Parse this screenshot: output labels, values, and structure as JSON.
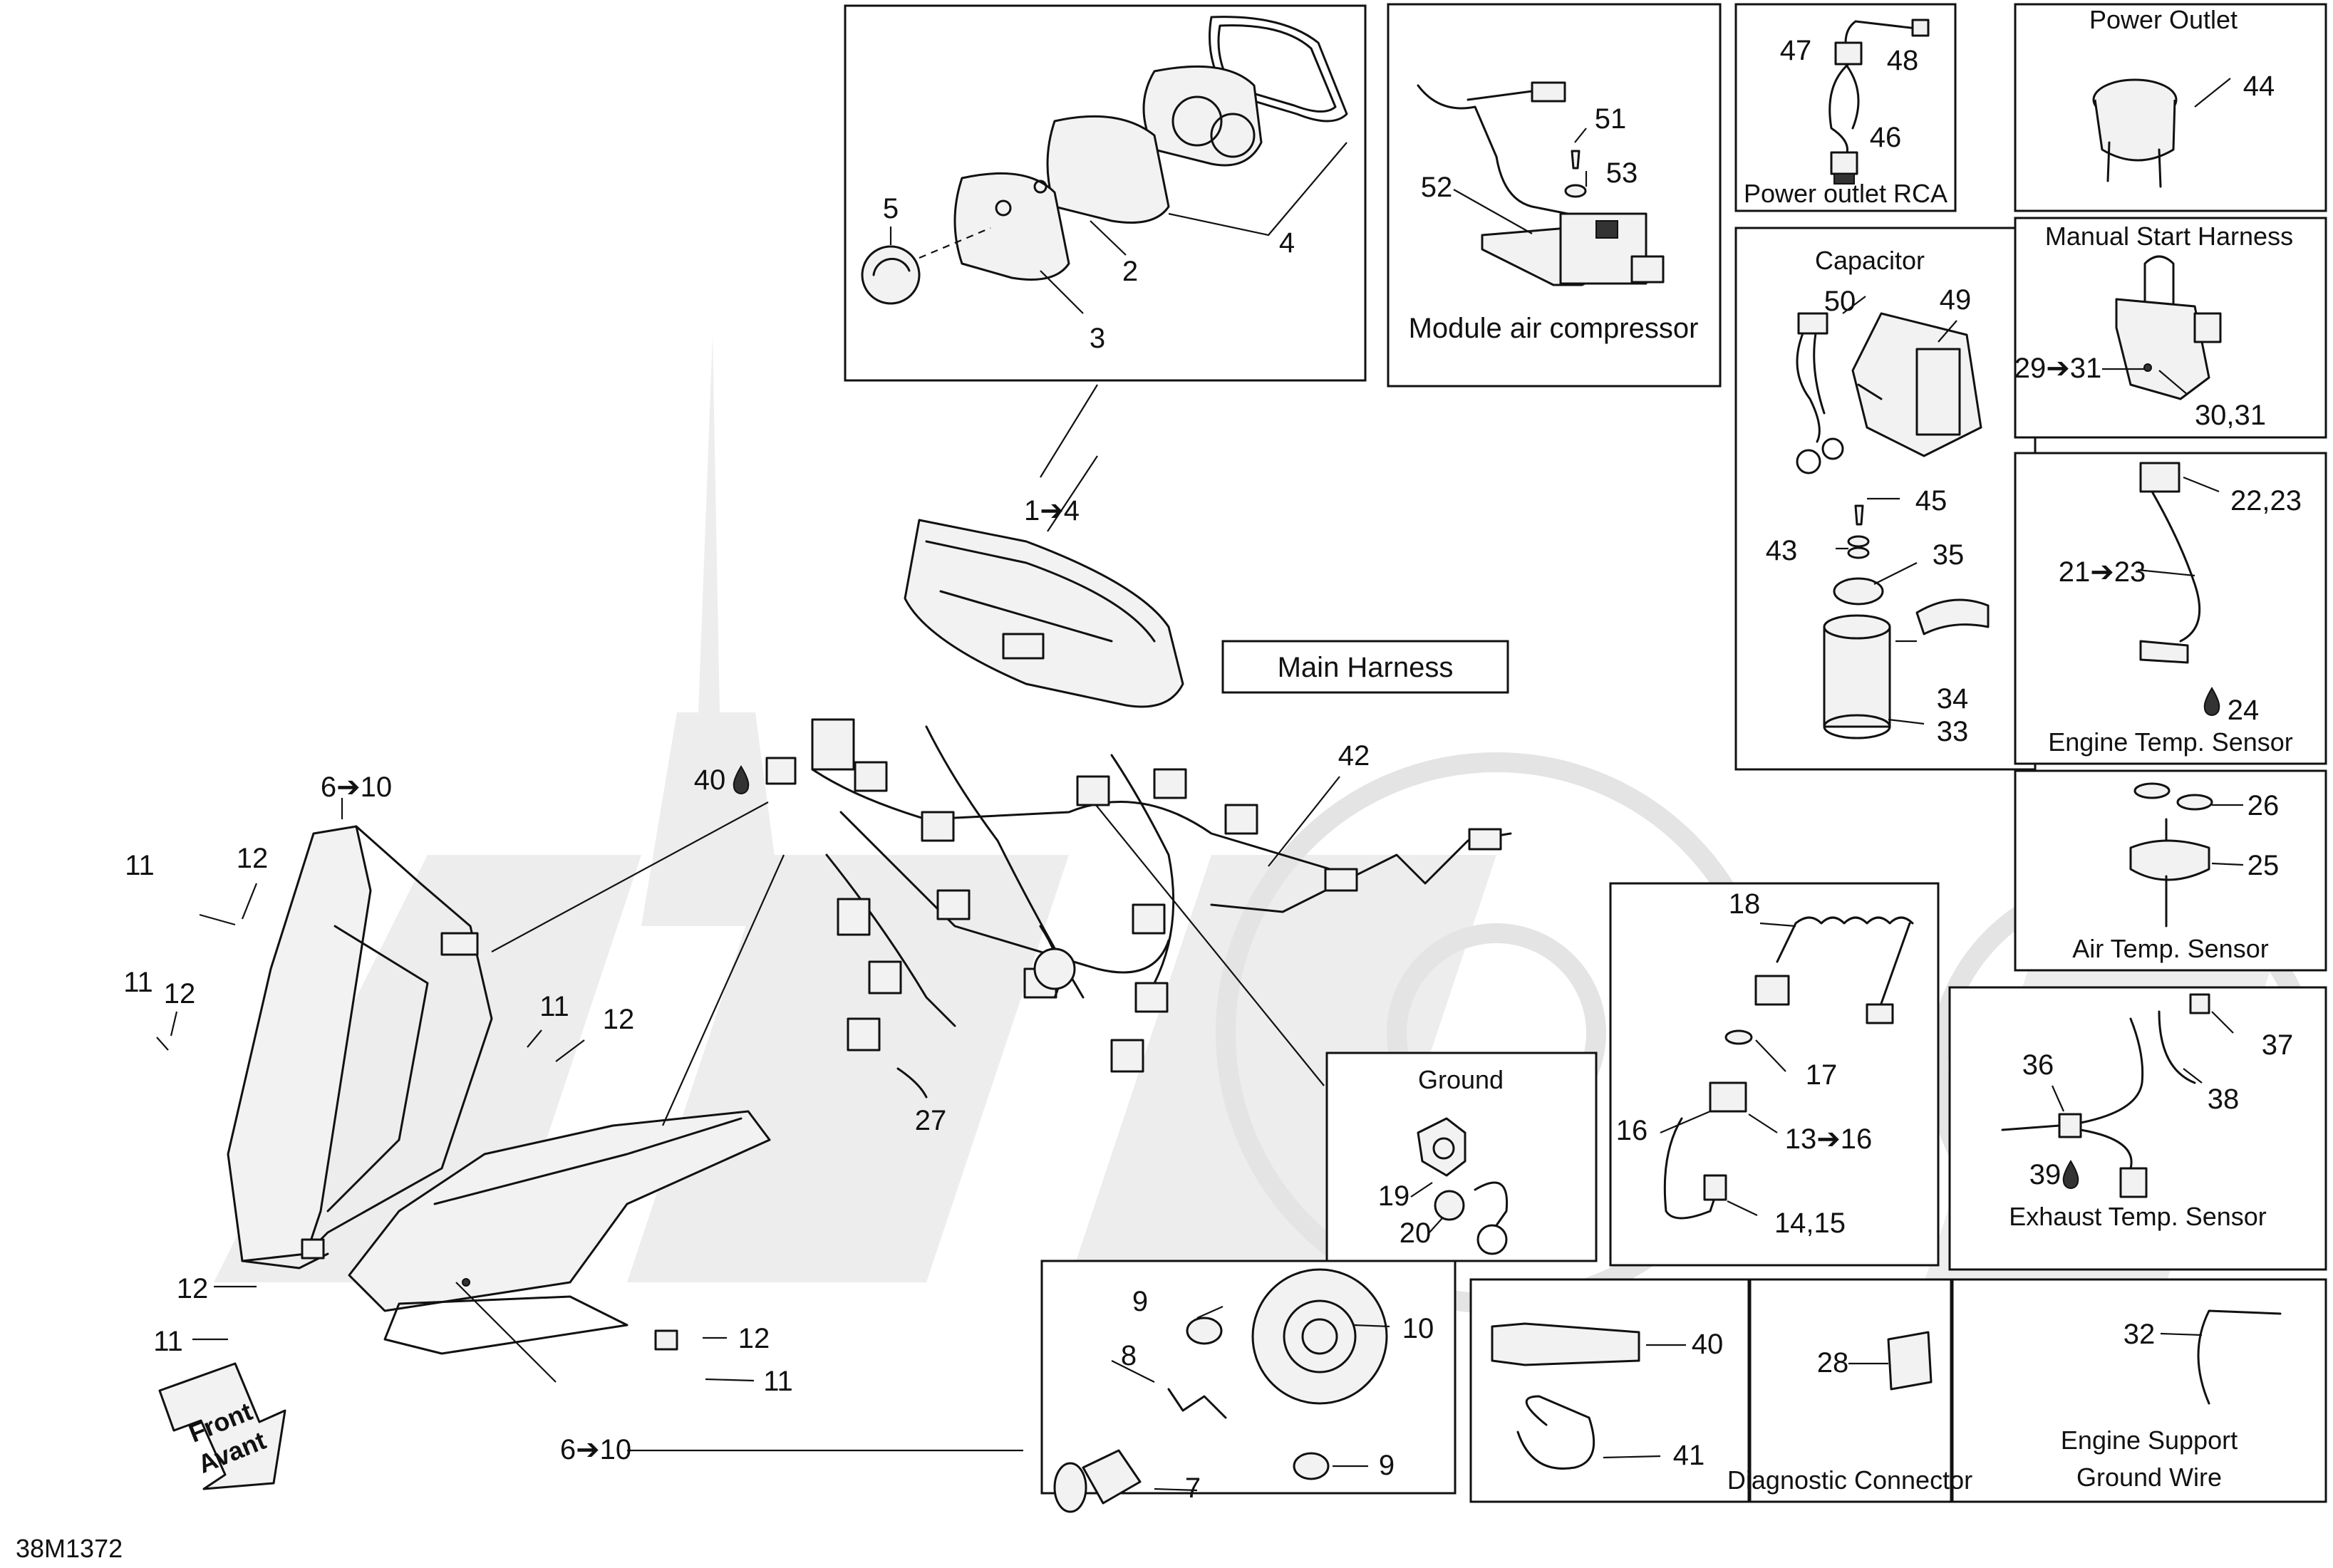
{
  "drawing_id": "38M1372",
  "front_label": {
    "line1": "Front",
    "line2": "Avant"
  },
  "main_harness": {
    "title": "Main Harness",
    "callout": "42"
  },
  "panels": {
    "power_outlet": {
      "title": "Power Outlet",
      "callouts": [
        "44"
      ]
    },
    "power_outlet_rca": {
      "title": "Power outlet RCA",
      "callouts": [
        "47",
        "48",
        "46"
      ]
    },
    "module_air_compressor": {
      "title": "Module air compressor",
      "callouts": [
        "51",
        "52",
        "53"
      ]
    },
    "capacitor": {
      "title": "Capacitor",
      "callouts": [
        "50",
        "49",
        "45",
        "43",
        "35",
        "34",
        "33"
      ]
    },
    "manual_start_harness": {
      "title": "Manual Start Harness",
      "callouts": [
        "29➔31",
        "30,31"
      ]
    },
    "engine_temp_sensor": {
      "title": "Engine Temp. Sensor",
      "callouts": [
        "22,23",
        "21➔23",
        "24"
      ]
    },
    "air_temp_sensor": {
      "title": "Air Temp. Sensor",
      "callouts": [
        "26",
        "25"
      ]
    },
    "exhaust_temp_sensor": {
      "title": "Exhaust Temp. Sensor",
      "callouts": [
        "37",
        "36",
        "38",
        "39"
      ]
    },
    "ground": {
      "title": "Ground",
      "callouts": [
        "19",
        "20"
      ]
    },
    "oil_sensor": {
      "callouts": [
        "18",
        "17",
        "16",
        "13➔16",
        "14,15"
      ]
    },
    "diagnostic_connector": {
      "title": "Diagnostic Connector",
      "callouts": [
        "28"
      ]
    },
    "engine_support_ground_wire": {
      "title_line1": "Engine Support",
      "title_line2": "Ground Wire",
      "callouts": [
        "32"
      ]
    },
    "grease_and_tie": {
      "callouts": [
        "40",
        "41"
      ]
    },
    "headlamp_bulb": {
      "callouts": [
        "9",
        "10",
        "8",
        "7",
        "9"
      ]
    },
    "gauge_cluster": {
      "callouts": [
        "5",
        "2",
        "3",
        "4"
      ]
    }
  },
  "main_callouts": {
    "c1_4": "1➔4",
    "c40": "40",
    "c27": "27",
    "c6_10_top": "6➔10",
    "c6_10_bottom": "6➔10",
    "c11_a": "11",
    "c12_a": "12",
    "c11_b": "11",
    "c12_b": "12",
    "c11_c": "11",
    "c12_c": "12",
    "c12_d": "12",
    "c11_d": "11",
    "c12_e": "12",
    "c11_e": "11"
  },
  "icons": {
    "drop": "oil-drop-icon",
    "arrow": "right-arrow-icon"
  }
}
